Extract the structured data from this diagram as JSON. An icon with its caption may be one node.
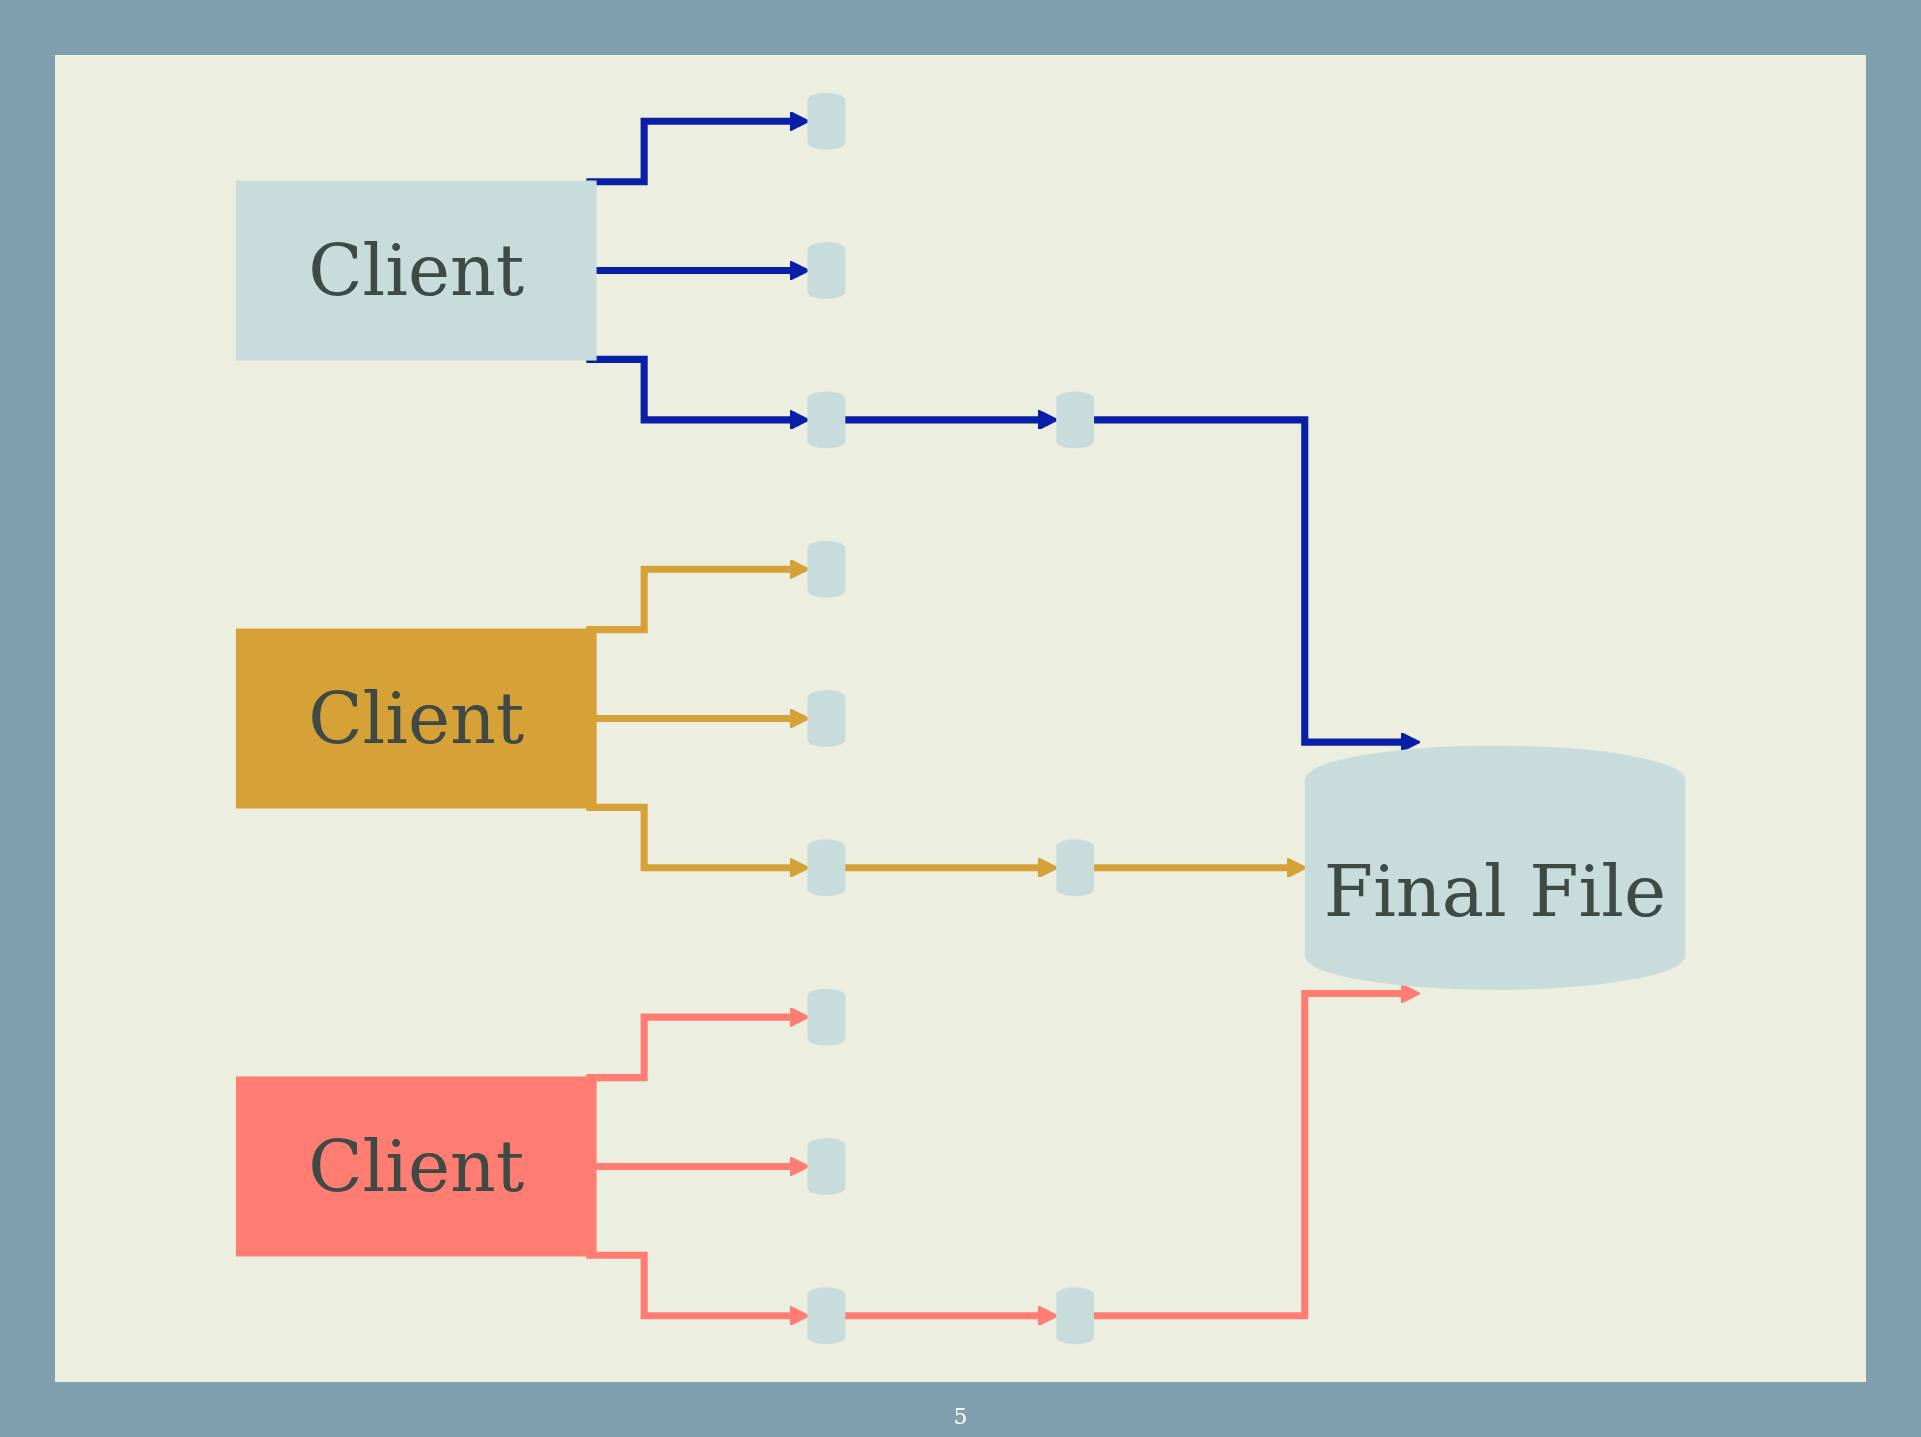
{
  "diagram": {
    "nodes": [
      {
        "text": [
          "Client"
        ]
      },
      {
        "text": [],
        "shape": "cylinder"
      },
      {
        "text": [],
        "shape": "cylinder"
      },
      {
        "text": [],
        "shape": "cylinder"
      },
      {
        "text": [
          "Client"
        ]
      },
      {
        "text": [],
        "shape": "cylinder"
      },
      {
        "text": [],
        "shape": "cylinder"
      },
      {
        "text": [],
        "shape": "cylinder"
      },
      {
        "text": [
          "Client"
        ]
      },
      {
        "text": [],
        "shape": "cylinder"
      },
      {
        "text": [],
        "shape": "cylinder"
      },
      {
        "text": [],
        "shape": "cylinder"
      },
      {
        "text": [],
        "shape": "cylinder"
      },
      {
        "text": [],
        "shape": "cylinder"
      },
      {
        "text": [],
        "shape": "cylinder"
      },
      {
        "text": [
          "Final File"
        ]
      }
    ],
    "edges": [
      {
        "from": 0,
        "to": 1,
        "arrow": "to",
        "color": "#0a1fa8"
      },
      {
        "from": 0,
        "to": 2,
        "arrow": "to",
        "color": "#0a1fa8"
      },
      {
        "from": 0,
        "to": 3,
        "arrow": "to",
        "color": "#0a1fa8"
      },
      {
        "from": 3,
        "to": 12,
        "arrow": "to",
        "color": "#0a1fa8"
      },
      {
        "from": 4,
        "to": 5,
        "arrow": "to",
        "color": "#d6a136"
      },
      {
        "from": 4,
        "to": 6,
        "arrow": "to",
        "color": "#d6a136"
      },
      {
        "from": 4,
        "to": 7,
        "arrow": "to",
        "color": "#d6a136"
      },
      {
        "from": 7,
        "to": 13,
        "arrow": "to",
        "color": "#d6a136"
      },
      {
        "from": 8,
        "to": 9,
        "arrow": "to",
        "color": "#ff7d73"
      },
      {
        "from": 8,
        "to": 10,
        "arrow": "to",
        "color": "#ff7d73"
      },
      {
        "from": 8,
        "to": 11,
        "arrow": "to",
        "color": "#ff7d73"
      },
      {
        "from": 11,
        "to": 14,
        "arrow": "to",
        "color": "#ff7d73"
      },
      {
        "from": 12,
        "to": 15,
        "arrow": "to",
        "color": "#0a1fa8"
      },
      {
        "from": 13,
        "to": 15,
        "arrow": "to",
        "color": "#d6a136"
      },
      {
        "from": 14,
        "to": 15,
        "arrow": "to",
        "color": "#ff7d73"
      }
    ],
    "labels": [
      "5"
    ]
  }
}
